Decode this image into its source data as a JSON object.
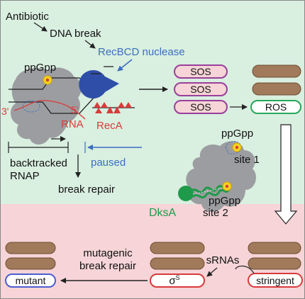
{
  "labels": {
    "antibiotic": "Antibiotic",
    "dna_break": "DNA break",
    "recbcd": "RecBCD nuclease",
    "ppgpp": "ppGpp",
    "three_prime": "3'",
    "five_prime": "5'",
    "rna": "RNA",
    "reca": "RecA",
    "backtracked": "backtracked",
    "rnap": "RNAP",
    "paused": "paused",
    "break_repair": "break repair",
    "ppgpp_site1": "ppGpp",
    "site1": "site 1",
    "ppgpp_site2": "ppGpp",
    "site2": "site 2",
    "dksa": "DksA",
    "mutagenic": "mutagenic",
    "mutagenic_break_repair": "break repair",
    "srnas": "sRNAs",
    "sigma": "σ",
    "sigma_sup": "S"
  },
  "capsules": {
    "sos1": "SOS",
    "sos2": "SOS",
    "sos3": "SOS",
    "ros": "ROS",
    "mutant": "mutant",
    "stringent": "stringent"
  },
  "colors": {
    "top_bg": "#d9efe0",
    "bottom_bg": "#f6d4d7",
    "rnap_gray": "#9c9da0",
    "blue_text": "#3c6fc0",
    "red_text": "#d93b3b",
    "green_text": "#1f9a4a",
    "brown_capsule": "#a07a5a",
    "purple_outline": "#9a3f9a",
    "green_outline": "#27a85a",
    "red_outline": "#d83a3a",
    "blue_outline": "#4a5ed0",
    "ppgpp_yellow": "#f5d321",
    "pacman_blue": "#2e4ea8"
  }
}
